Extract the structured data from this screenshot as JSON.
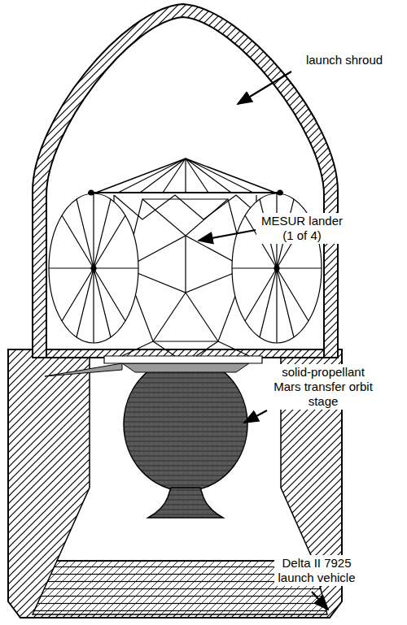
{
  "diagram": {
    "labels": [
      "launch shroud",
      "MESUR lander (1 of 4)",
      "solid-propellant Mars transfer orbit stage",
      "Delta II 7925 launch vehicle"
    ]
  }
}
